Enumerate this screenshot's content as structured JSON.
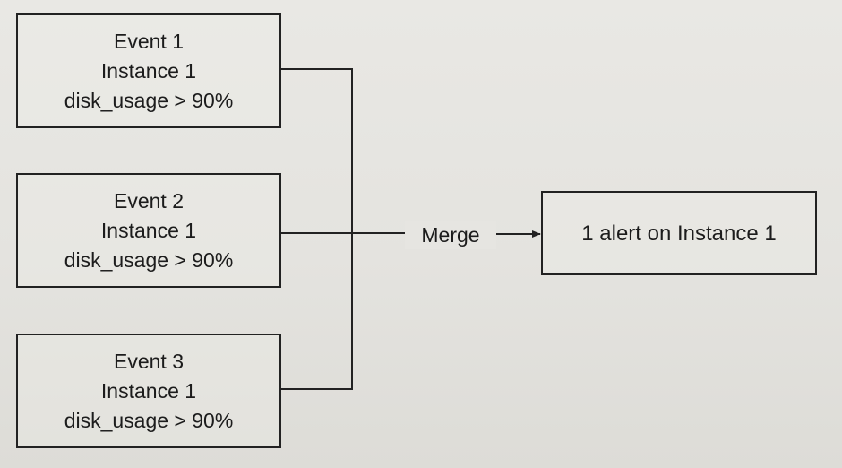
{
  "events": [
    {
      "title": "Event 1",
      "instance": "Instance 1",
      "condition": "disk_usage > 90%"
    },
    {
      "title": "Event 2",
      "instance": "Instance 1",
      "condition": "disk_usage > 90%"
    },
    {
      "title": "Event 3",
      "instance": "Instance 1",
      "condition": "disk_usage > 90%"
    }
  ],
  "merge": {
    "label": "Merge"
  },
  "result": {
    "label": "1 alert on Instance 1"
  }
}
